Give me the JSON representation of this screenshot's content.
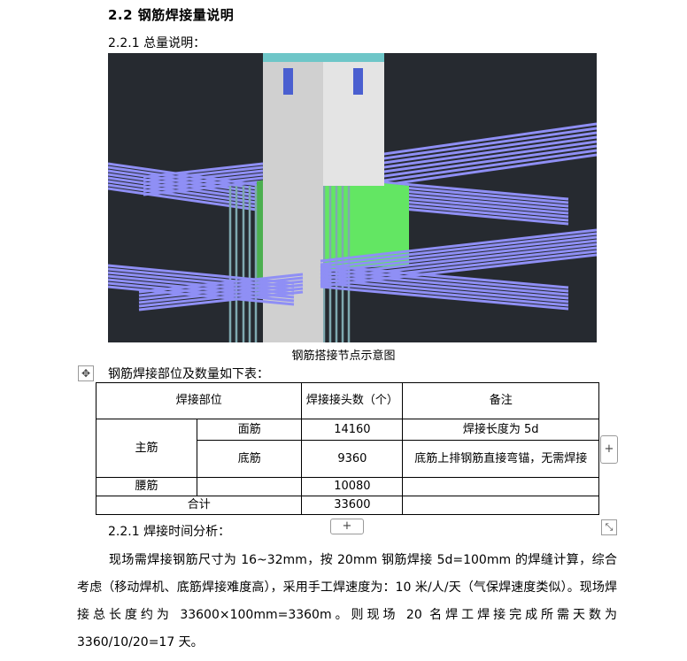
{
  "heading": "2.2 钢筋焊接量说明",
  "sub1": "2.2.1 总量说明：",
  "figure": {
    "caption": "钢筋搭接节点示意图",
    "colors": {
      "background": "#262a30",
      "rebar": "#8f8ff5",
      "column": "#d9d9d9",
      "formwork": "#63e663"
    }
  },
  "intro": "钢筋焊接部位及数量如下表：",
  "table": {
    "h_part": "焊接部位",
    "h_count": "焊接接头数（个）",
    "h_note": "备注",
    "main": "主筋",
    "face": "面筋",
    "face_count": "14160",
    "face_note": "焊接长度为 5d",
    "bottom": "底筋",
    "bottom_count": "9360",
    "bottom_note": "底筋上排钢筋直接弯锚，无需焊接",
    "waist": "腰筋",
    "waist_count": "10080",
    "total": "合计",
    "total_count": "33600"
  },
  "controls": {
    "add": "+",
    "move": "✥",
    "resize": "⤡"
  },
  "sub2": "2.2.1 焊接时间分析：",
  "paragraph": "现场需焊接钢筋尺寸为 16~32mm，按 20mm 钢筋焊接 5d=100mm 的焊缝计算，综合考虑（移动焊机、底筋焊接难度高），采用手工焊速度为：10 米/人/天（气保焊速度类似）。现场焊接总长度约为 33600×100mm=3360m。则现场 20 名焊工焊接完成所需天数为 3360/10/20=17 天。"
}
